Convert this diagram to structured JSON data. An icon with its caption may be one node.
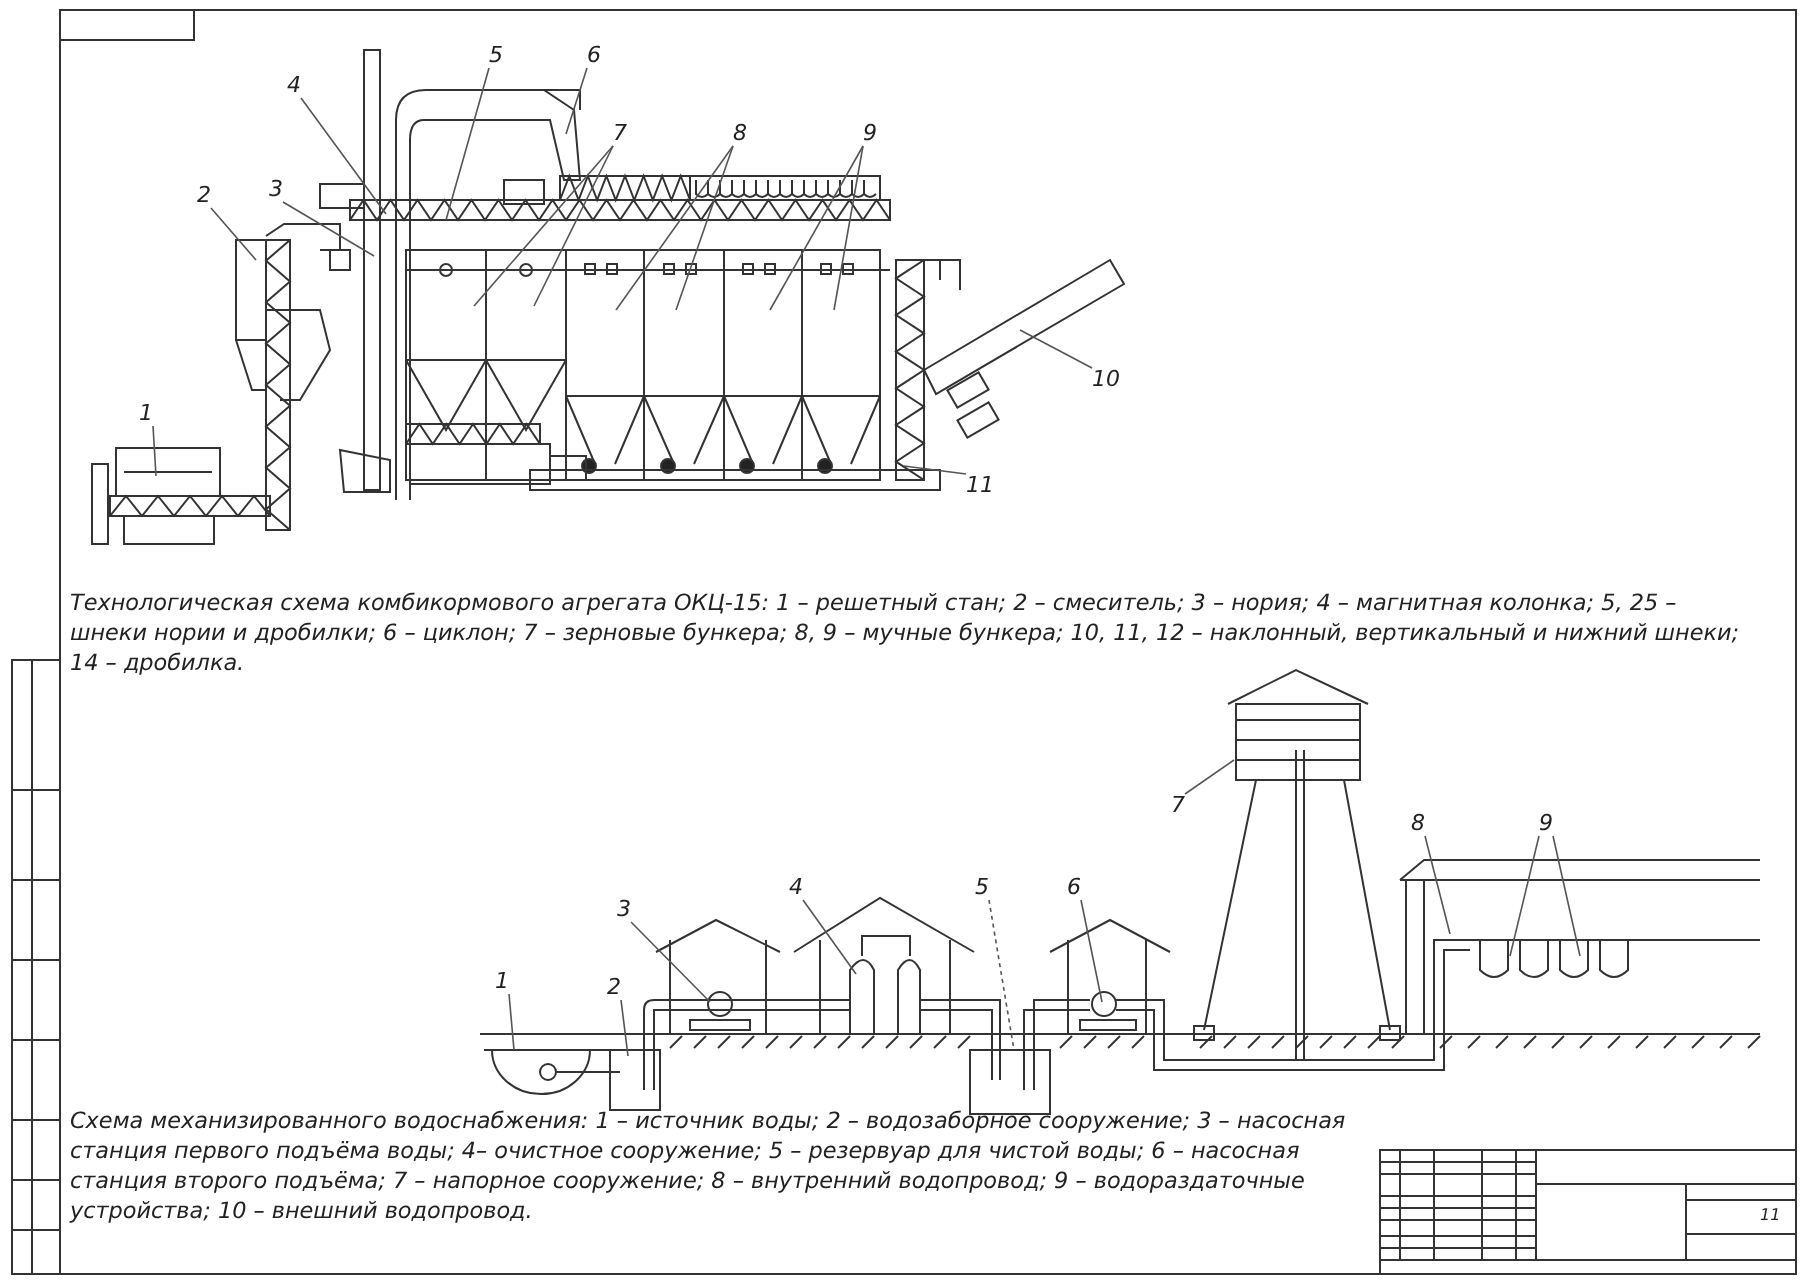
{
  "diagram": {
    "nodes": [
      {
        "text": [
          "1"
        ]
      },
      {
        "text": [
          "2"
        ]
      },
      {
        "text": [
          "3"
        ]
      },
      {
        "text": [
          "4"
        ]
      },
      {
        "text": [
          "5"
        ]
      },
      {
        "text": [
          "6"
        ]
      },
      {
        "text": [
          "7"
        ]
      },
      {
        "text": [
          "8"
        ]
      },
      {
        "text": [
          "9"
        ]
      },
      {
        "text": [
          "10"
        ]
      },
      {
        "text": [
          "11"
        ]
      },
      {
        "text": [
          "1"
        ]
      },
      {
        "text": [
          "2"
        ]
      },
      {
        "text": [
          "3"
        ]
      },
      {
        "text": [
          "4"
        ]
      },
      {
        "text": [
          "5"
        ]
      },
      {
        "text": [
          "6"
        ]
      },
      {
        "text": [
          "7"
        ]
      },
      {
        "text": [
          "8"
        ]
      },
      {
        "text": [
          "9"
        ]
      }
    ],
    "edges": [
      {
        "from": 0,
        "to": null,
        "arrow": "none"
      },
      {
        "from": 1,
        "to": null,
        "arrow": "none"
      },
      {
        "from": 2,
        "to": null,
        "arrow": "none"
      },
      {
        "from": 3,
        "to": null,
        "arrow": "none"
      },
      {
        "from": 4,
        "to": null,
        "arrow": "none"
      },
      {
        "from": 5,
        "to": null,
        "arrow": "none"
      },
      {
        "from": 6,
        "to": null,
        "arrow": "none"
      },
      {
        "from": 6,
        "to": null,
        "arrow": "none"
      },
      {
        "from": 7,
        "to": null,
        "arrow": "none"
      },
      {
        "from": 7,
        "to": null,
        "arrow": "none"
      },
      {
        "from": 8,
        "to": null,
        "arrow": "none"
      },
      {
        "from": 8,
        "to": null,
        "arrow": "none"
      },
      {
        "from": 9,
        "to": null,
        "arrow": "none"
      },
      {
        "from": 10,
        "to": null,
        "arrow": "none"
      },
      {
        "from": 11,
        "to": null,
        "arrow": "none"
      },
      {
        "from": 12,
        "to": null,
        "arrow": "none"
      },
      {
        "from": 13,
        "to": null,
        "arrow": "none"
      },
      {
        "from": 14,
        "to": null,
        "arrow": "none"
      },
      {
        "from": 15,
        "to": null,
        "arrow": "none",
        "style": "dashed"
      },
      {
        "from": 16,
        "to": null,
        "arrow": "none"
      },
      {
        "from": 17,
        "to": null,
        "arrow": "none"
      },
      {
        "from": 18,
        "to": null,
        "arrow": "none"
      },
      {
        "from": 19,
        "to": null,
        "arrow": "none"
      },
      {
        "from": 19,
        "to": null,
        "arrow": "none"
      }
    ],
    "labels": [
      "Технологическая схема комбикормового агрегата ОКЦ-15: 1 – решетный стан; 2 – смеситель; 3 – нория; 4 – магнитная колонка; 5, 25 – шнеки нории и дробилки; 6 – циклон; 7 – зерновые бункера; 8, 9 – мучные бункера; 10, 11, 12 – наклонный, вертикальный и нижний шнеки; 14 – дробилка.",
      "Схема механизированного водоснабжения: 1 – источник воды; 2 – водозаборное сооружение; 3 – насосная станция первого подъёма воды; 4– очистное сооружение; 5 – резервуар для чистой воды; 6 – насосная станция второго подъёма; 7 – напорное сооружение; 8 – внутренний водопровод; 9 – водораздаточные устройства; 10 – внешний водопровод.",
      "11"
    ]
  }
}
